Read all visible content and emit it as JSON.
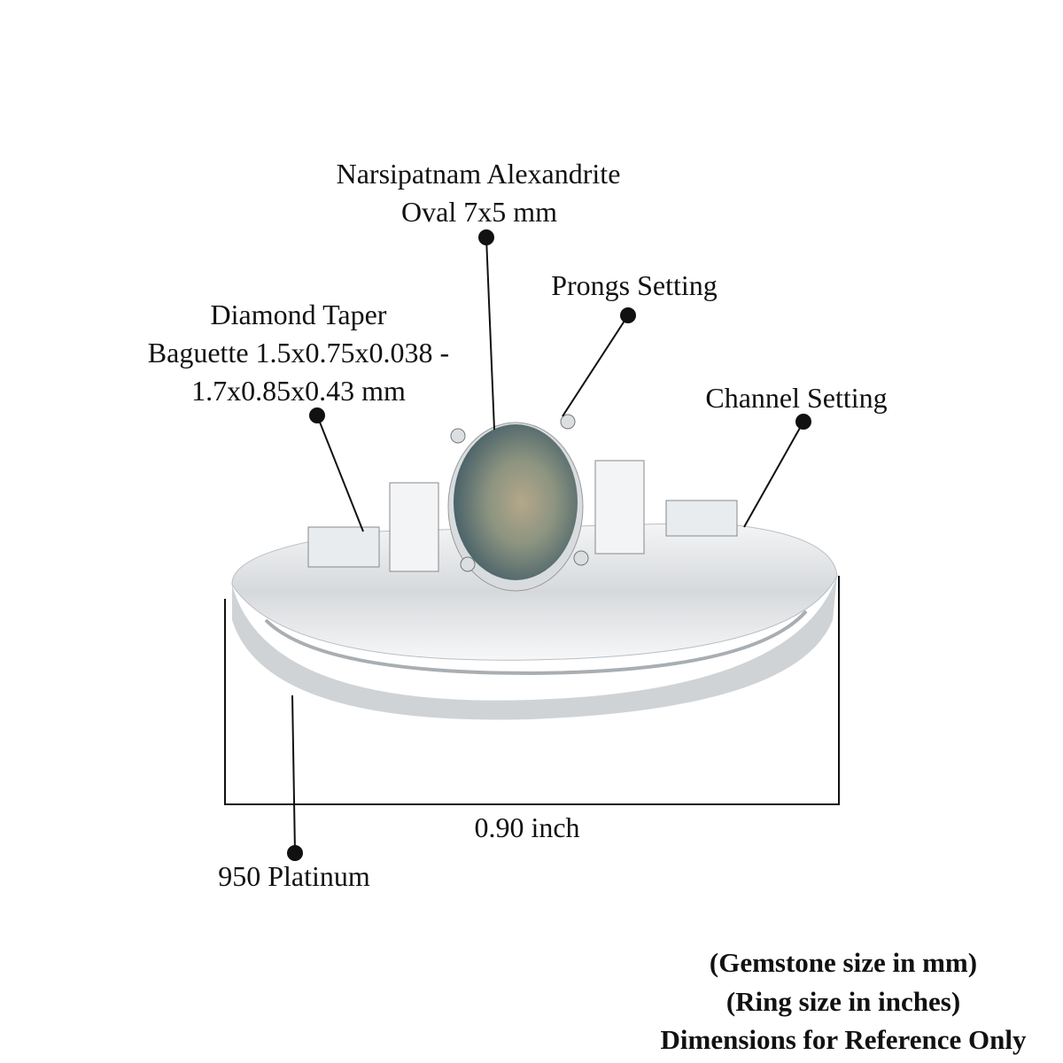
{
  "labels": {
    "gem_name": "Narsipatnam Alexandrite",
    "gem_size": "Oval 7x5 mm",
    "prongs": "Prongs Setting",
    "diamond_line1": "Diamond Taper",
    "diamond_line2": "Baguette 1.5x0.75x0.038 -",
    "diamond_line3": "1.7x0.85x0.43 mm",
    "channel": "Channel Setting",
    "width": "0.90 inch",
    "metal": "950 Platinum"
  },
  "notes": [
    "(Gemstone size in mm)",
    "(Ring size in inches)",
    "Dimensions for Reference Only"
  ],
  "colors": {
    "gem": "#6f8a86",
    "metal": "#e4e6e8",
    "text": "#111111"
  }
}
